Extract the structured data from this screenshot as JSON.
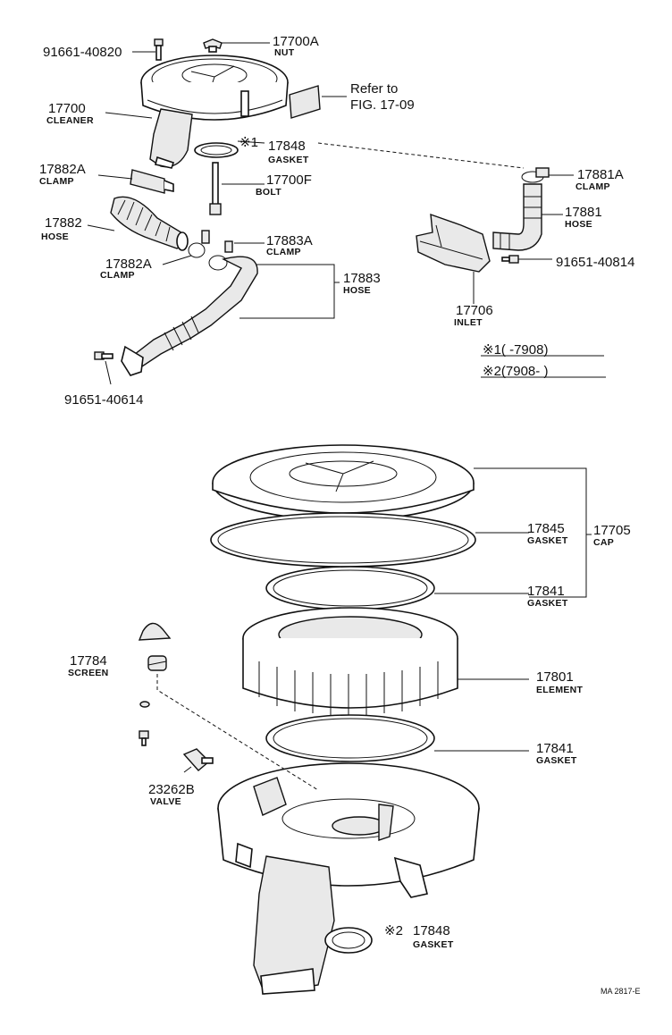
{
  "labels": {
    "bolt_91661": {
      "part": "91661-40820"
    },
    "nut_17700A": {
      "part": "17700A",
      "name": "NUT"
    },
    "cleaner_17700": {
      "part": "17700",
      "name": "CLEANER"
    },
    "refer": {
      "line1": "Refer to",
      "line2": "FIG. 17-09"
    },
    "gasket_17848_top": {
      "mark": "※1",
      "part": "17848",
      "name": "GASKET"
    },
    "clamp_17882A_top": {
      "part": "17882A",
      "name": "CLAMP"
    },
    "bolt_17700F": {
      "part": "17700F",
      "name": "BOLT"
    },
    "hose_17882": {
      "part": "17882",
      "name": "HOSE"
    },
    "clamp_17883A": {
      "part": "17883A",
      "name": "CLAMP"
    },
    "clamp_17882A_low": {
      "part": "17882A",
      "name": "CLAMP"
    },
    "hose_17883": {
      "part": "17883",
      "name": "HOSE"
    },
    "bolt_91651_40614": {
      "part": "91651-40614"
    },
    "clamp_17881A": {
      "part": "17881A",
      "name": "CLAMP"
    },
    "hose_17881": {
      "part": "17881",
      "name": "HOSE"
    },
    "bolt_91651_40814": {
      "part": "91651-40814"
    },
    "inlet_17706": {
      "part": "17706",
      "name": "INLET"
    },
    "gasket_17845": {
      "part": "17845",
      "name": "GASKET"
    },
    "cap_17705": {
      "part": "17705",
      "name": "CAP"
    },
    "gasket_17841_top": {
      "part": "17841",
      "name": "GASKET"
    },
    "screen_17784": {
      "part": "17784",
      "name": "SCREEN"
    },
    "element_17801": {
      "part": "17801",
      "name": "ELEMENT"
    },
    "gasket_17841_low": {
      "part": "17841",
      "name": "GASKET"
    },
    "valve_23262B": {
      "part": "23262B",
      "name": "VALVE"
    },
    "gasket_17848_bottom": {
      "mark": "※2",
      "part": "17848",
      "name": "GASKET"
    }
  },
  "legend": {
    "note1": "※1(      -7908)",
    "note2": "※2(7908-       )"
  },
  "footer": {
    "ref": "MA  2817-E"
  }
}
